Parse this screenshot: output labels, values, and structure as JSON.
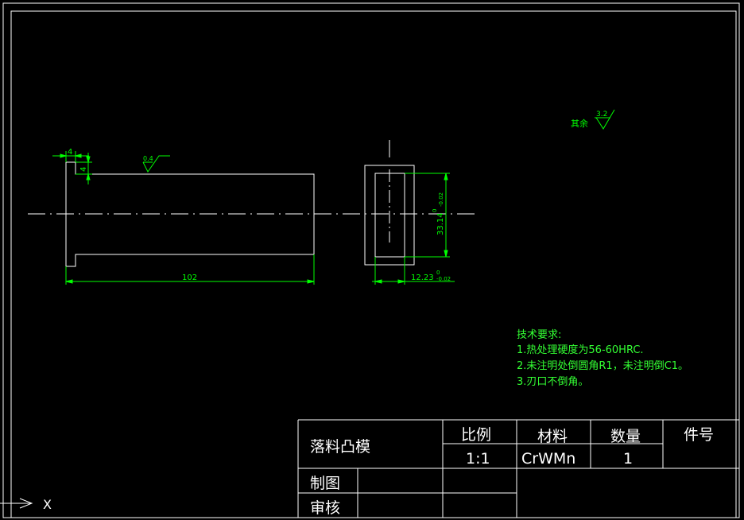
{
  "colors": {
    "background": "#000000",
    "geometry": "#ffffff",
    "dimension": "#00ff00",
    "notes": "#33ff33"
  },
  "drawing": {
    "dims": {
      "top_step_width": "4",
      "step_height": "4",
      "overall_length": "102",
      "width_tol": "33.14",
      "width_tol_upper": "0",
      "width_tol_lower": "-0.02",
      "thick_tol": "12.23",
      "thick_tol_upper": "0",
      "thick_tol_lower": "-0.02"
    },
    "roughness": {
      "surface": "0.4",
      "other_label": "其余",
      "other": "3.2"
    }
  },
  "notes": {
    "title": "技术要求:",
    "items": [
      "1.热处理硬度为56-60HRC.",
      "2.未注明处倒圆角R1，未注明倒C1。",
      "3.刃口不倒角。"
    ]
  },
  "title_block": {
    "part_name": "落料凸模",
    "scale_label": "比例",
    "scale_value": "1:1",
    "material_label": "材料",
    "material_value": "CrWMn",
    "quantity_label": "数量",
    "quantity_value": "1",
    "part_no_label": "件号",
    "drawn_label": "制图",
    "checked_label": "审核"
  },
  "ucs": {
    "x_label": "X"
  }
}
